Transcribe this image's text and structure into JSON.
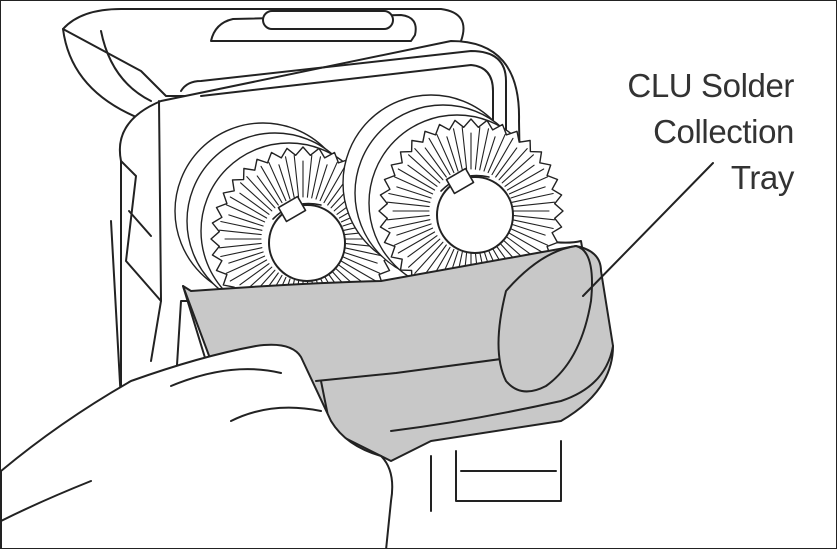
{
  "callout": {
    "lines": [
      "CLU Solder",
      "Collection",
      "Tray"
    ]
  },
  "colors": {
    "stroke": "#222222",
    "tray_fill": "#c8c8c8",
    "background": "#ffffff",
    "text": "#333333"
  },
  "icons": [
    "brush-wheel-left",
    "brush-wheel-right",
    "hand",
    "solder-collection-tray"
  ]
}
